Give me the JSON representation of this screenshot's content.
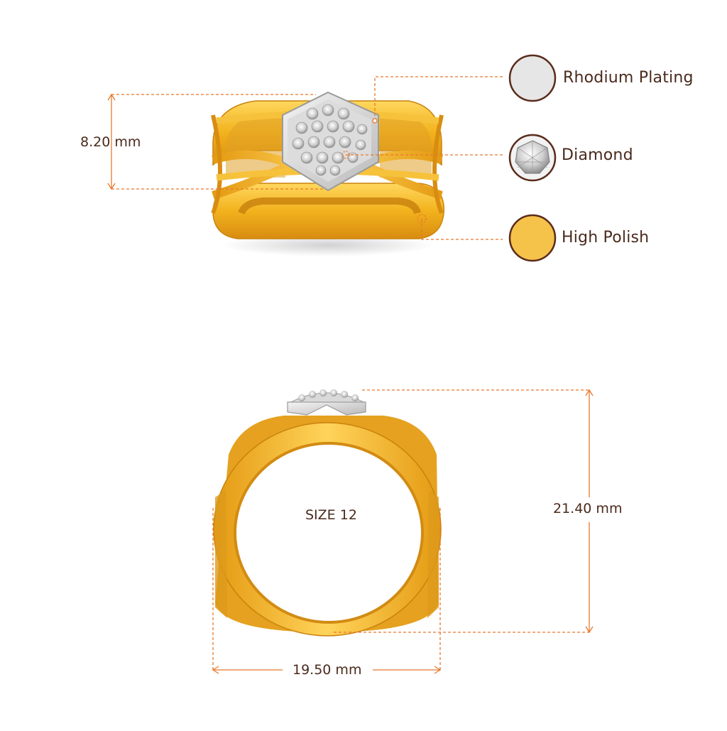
{
  "legend": {
    "items": [
      {
        "label": "Rhodium Plating",
        "icon": "rhodium-swatch-icon",
        "color": "#e6e6e6"
      },
      {
        "label": "Diamond",
        "icon": "diamond-swatch-icon",
        "color": "#dcdcdc"
      },
      {
        "label": "High Polish",
        "icon": "gold-swatch-icon",
        "color": "#f6c34a"
      }
    ]
  },
  "dimensions": {
    "band_height": "8.20 mm",
    "ring_height": "21.40 mm",
    "ring_width": "19.50 mm",
    "size": "SIZE 12"
  },
  "colors": {
    "gold": "#f2b21d",
    "gold_dark": "#d98c10",
    "gold_light": "#ffd86a",
    "guide_line": "#e8782c",
    "swatch_border": "#5a2c1c",
    "text": "#4a2a1c"
  }
}
